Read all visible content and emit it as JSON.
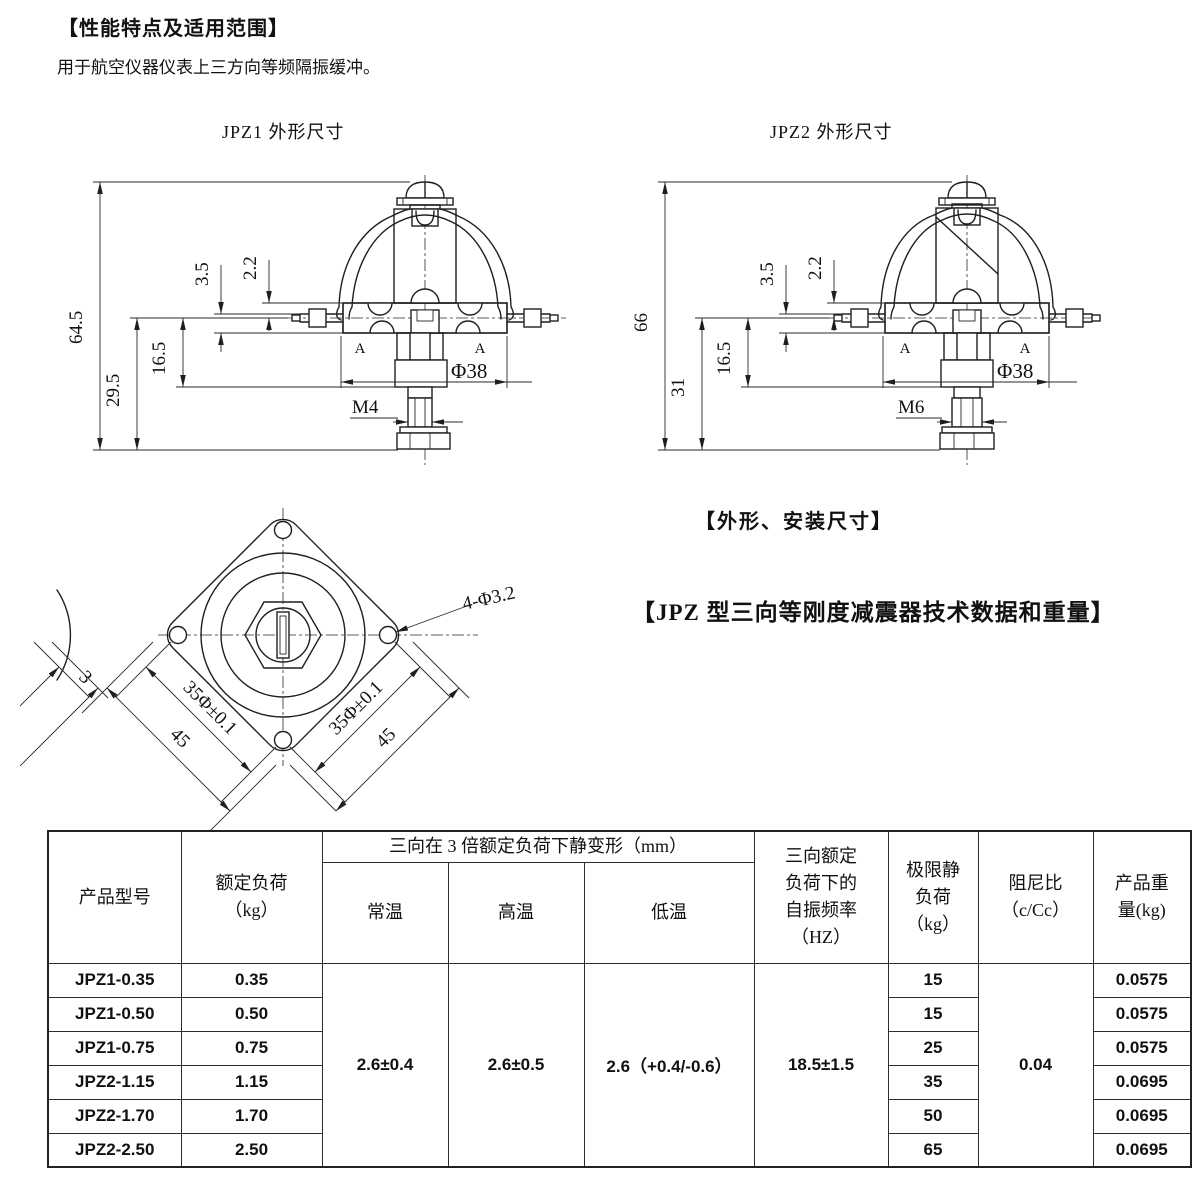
{
  "page": {
    "title1": "【性能特点及适用范围】",
    "intro": "用于航空仪器仪表上三方向等频隔振缓冲。",
    "drawing1_title": "JPZ1 外形尺寸",
    "drawing2_title": "JPZ2 外形尺寸",
    "title2": "【外形、安装尺寸】",
    "title3": "【JPZ 型三向等刚度减震器技术数据和重量】"
  },
  "jpz1": {
    "h_total": "64.5",
    "h_lower": "29.5",
    "h_mid": "16.5",
    "t1": "3.5",
    "t2": "2.2",
    "dia": "Φ38",
    "thread": "M4",
    "sec_a_left": "A",
    "sec_a_right": "A"
  },
  "jpz2": {
    "h_total": "66",
    "h_lower": "31",
    "h_mid": "16.5",
    "t1": "3.5",
    "t2": "2.2",
    "dia": "Φ38",
    "thread": "M6",
    "sec_a_left": "A",
    "sec_a_right": "A"
  },
  "top_view": {
    "holes": "4-Φ3.2",
    "pitch_left": "35Φ±0.1",
    "pitch_right": "35Φ±0.1",
    "side_left": "45",
    "side_right": "45",
    "fragment": "3"
  },
  "table": {
    "headers": {
      "model": "产品型号",
      "rated": "额定负荷\n（kg）",
      "deform_group": "三向在 3 倍额定负荷下静变形（mm）",
      "normal": "常温",
      "high": "高温",
      "low": "低温",
      "freq": "三向额定\n负荷下的\n自振频率\n（HZ）",
      "limit": "极限静\n负荷\n（kg）",
      "damping": "阻尼比\n（c/Cc）",
      "weight": "产品重\n量(kg)"
    },
    "merged": {
      "normal": "2.6±0.4",
      "high": "2.6±0.5",
      "low": "2.6（+0.4/-0.6）",
      "freq": "18.5±1.5",
      "damping": "0.04"
    },
    "rows": [
      {
        "model": "JPZ1-0.35",
        "rated": "0.35",
        "limit": "15",
        "weight": "0.0575"
      },
      {
        "model": "JPZ1-0.50",
        "rated": "0.50",
        "limit": "15",
        "weight": "0.0575"
      },
      {
        "model": "JPZ1-0.75",
        "rated": "0.75",
        "limit": "25",
        "weight": "0.0575"
      },
      {
        "model": "JPZ2-1.15",
        "rated": "1.15",
        "limit": "35",
        "weight": "0.0695"
      },
      {
        "model": "JPZ2-1.70",
        "rated": "1.70",
        "limit": "50",
        "weight": "0.0695"
      },
      {
        "model": "JPZ2-2.50",
        "rated": "2.50",
        "limit": "65",
        "weight": "0.0695"
      }
    ]
  }
}
